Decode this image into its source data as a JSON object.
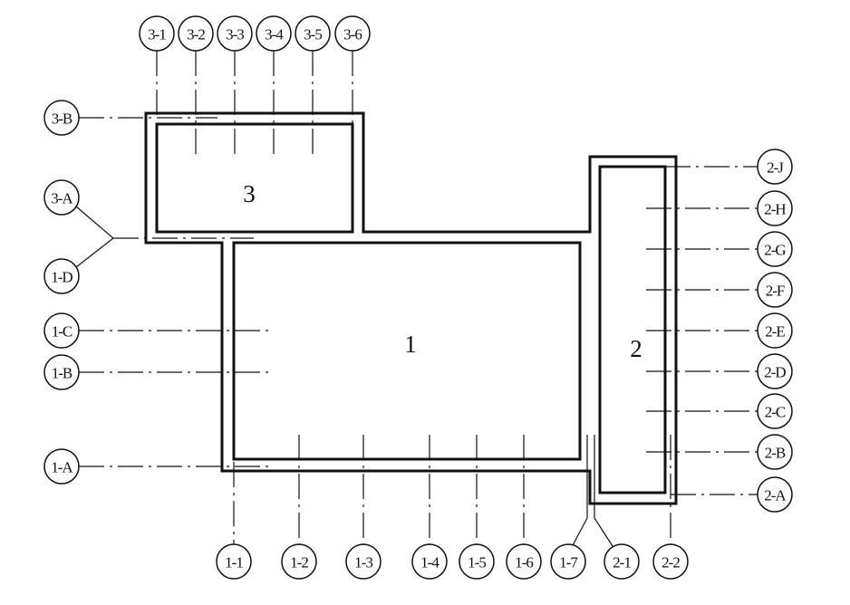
{
  "rooms": [
    {
      "id": "room-1",
      "label": "1"
    },
    {
      "id": "room-2",
      "label": "2"
    },
    {
      "id": "room-3",
      "label": "3"
    }
  ],
  "axes": {
    "top": [
      "3-1",
      "3-2",
      "3-3",
      "3-4",
      "3-5",
      "3-6"
    ],
    "left": [
      "3-B",
      "3-A",
      "1-D",
      "1-C",
      "1-B",
      "1-A"
    ],
    "bottom": [
      "1-1",
      "1-2",
      "1-3",
      "1-4",
      "1-5",
      "1-6",
      "1-7",
      "2-1",
      "2-2"
    ],
    "right": [
      "2-J",
      "2-H",
      "2-G",
      "2-F",
      "2-E",
      "2-D",
      "2-C",
      "2-B",
      "2-A"
    ]
  }
}
